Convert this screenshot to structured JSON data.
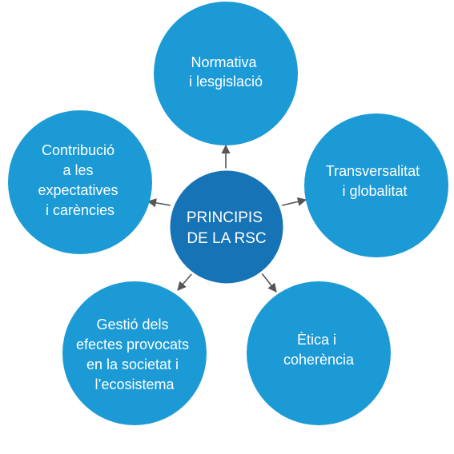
{
  "diagram": {
    "center": {
      "lines": [
        "PRINCIPIS",
        "DE LA RSC"
      ],
      "color": "#1673B5"
    },
    "nodes": [
      {
        "id": "normativa",
        "lines": [
          "Normativa",
          "i lesgislació"
        ]
      },
      {
        "id": "transversalitat",
        "lines": [
          "Transversalitat",
          "i globalitat"
        ]
      },
      {
        "id": "etica",
        "lines": [
          "Ètica i",
          "coherència"
        ]
      },
      {
        "id": "gestio",
        "lines": [
          "Gestió dels",
          "efectes provocats",
          "en la societat i",
          "l’ecosistema"
        ]
      },
      {
        "id": "contribucio",
        "lines": [
          "Contribució",
          "a les",
          "expectatives",
          "i carències"
        ]
      }
    ],
    "node_color": "#1B9AD6",
    "arrow_color": "#555555"
  }
}
